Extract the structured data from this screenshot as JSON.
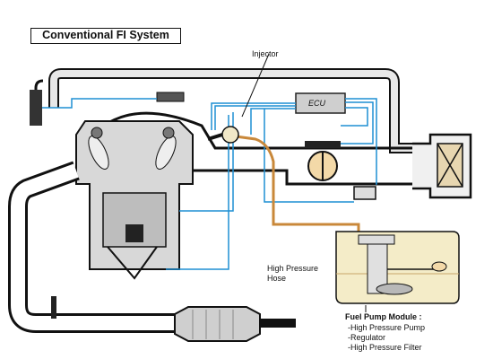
{
  "title": "Conventional FI System",
  "labels": {
    "injector": "Injector",
    "ecu": "ECU",
    "high_pressure_hose_line1": "High Pressure",
    "high_pressure_hose_line2": "Hose",
    "fuel_pump_module_title": "Fuel Pump Module :",
    "fuel_pump_module_items": [
      "-High Pressure Pump",
      "-Regulator",
      "-High Pressure Filter"
    ]
  },
  "colors": {
    "wiring": "#1f8fd3",
    "fuel_hose": "#c9883a",
    "manifold_fill": "#e8e8e8",
    "engine_fill": "#d8d8d8",
    "tank_fill": "#f4ecc8"
  }
}
